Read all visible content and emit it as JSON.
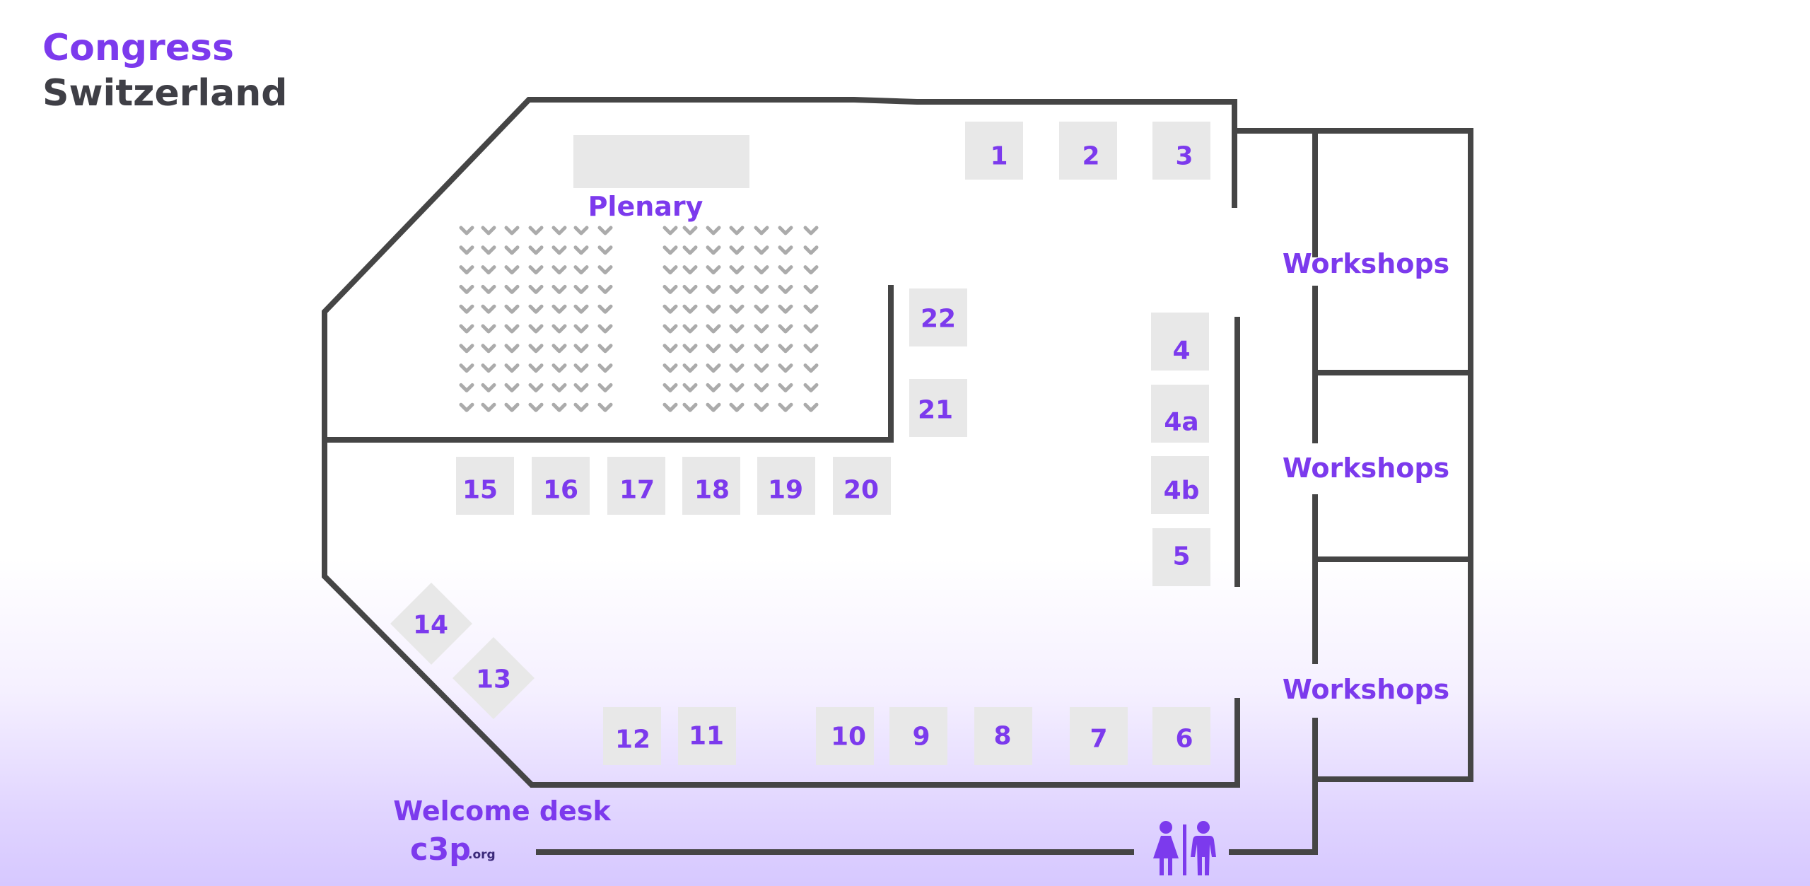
{
  "header": {
    "title_line1": "Congress",
    "title_line2": "Switzerland"
  },
  "areas": {
    "plenary": "Plenary",
    "workshops_top": "Workshops",
    "workshops_middle": "Workshops",
    "workshops_bottom": "Workshops",
    "welcome_desk": "Welcome desk"
  },
  "logo": {
    "name": "c3p",
    "suffix": ".org"
  },
  "icons": {
    "restrooms": "restroom-icon",
    "seats": "seat-icon"
  },
  "colors": {
    "accent": "#7c3aed",
    "wall": "#454545",
    "booth": "#e8e8e8",
    "seat": "#ababab",
    "title_dark": "#3f3f46"
  },
  "booths": [
    "1",
    "2",
    "3",
    "22",
    "21",
    "4",
    "4a",
    "4b",
    "5",
    "15",
    "16",
    "17",
    "18",
    "19",
    "20",
    "14",
    "13",
    "12",
    "11",
    "10",
    "9",
    "8",
    "7",
    "6"
  ]
}
